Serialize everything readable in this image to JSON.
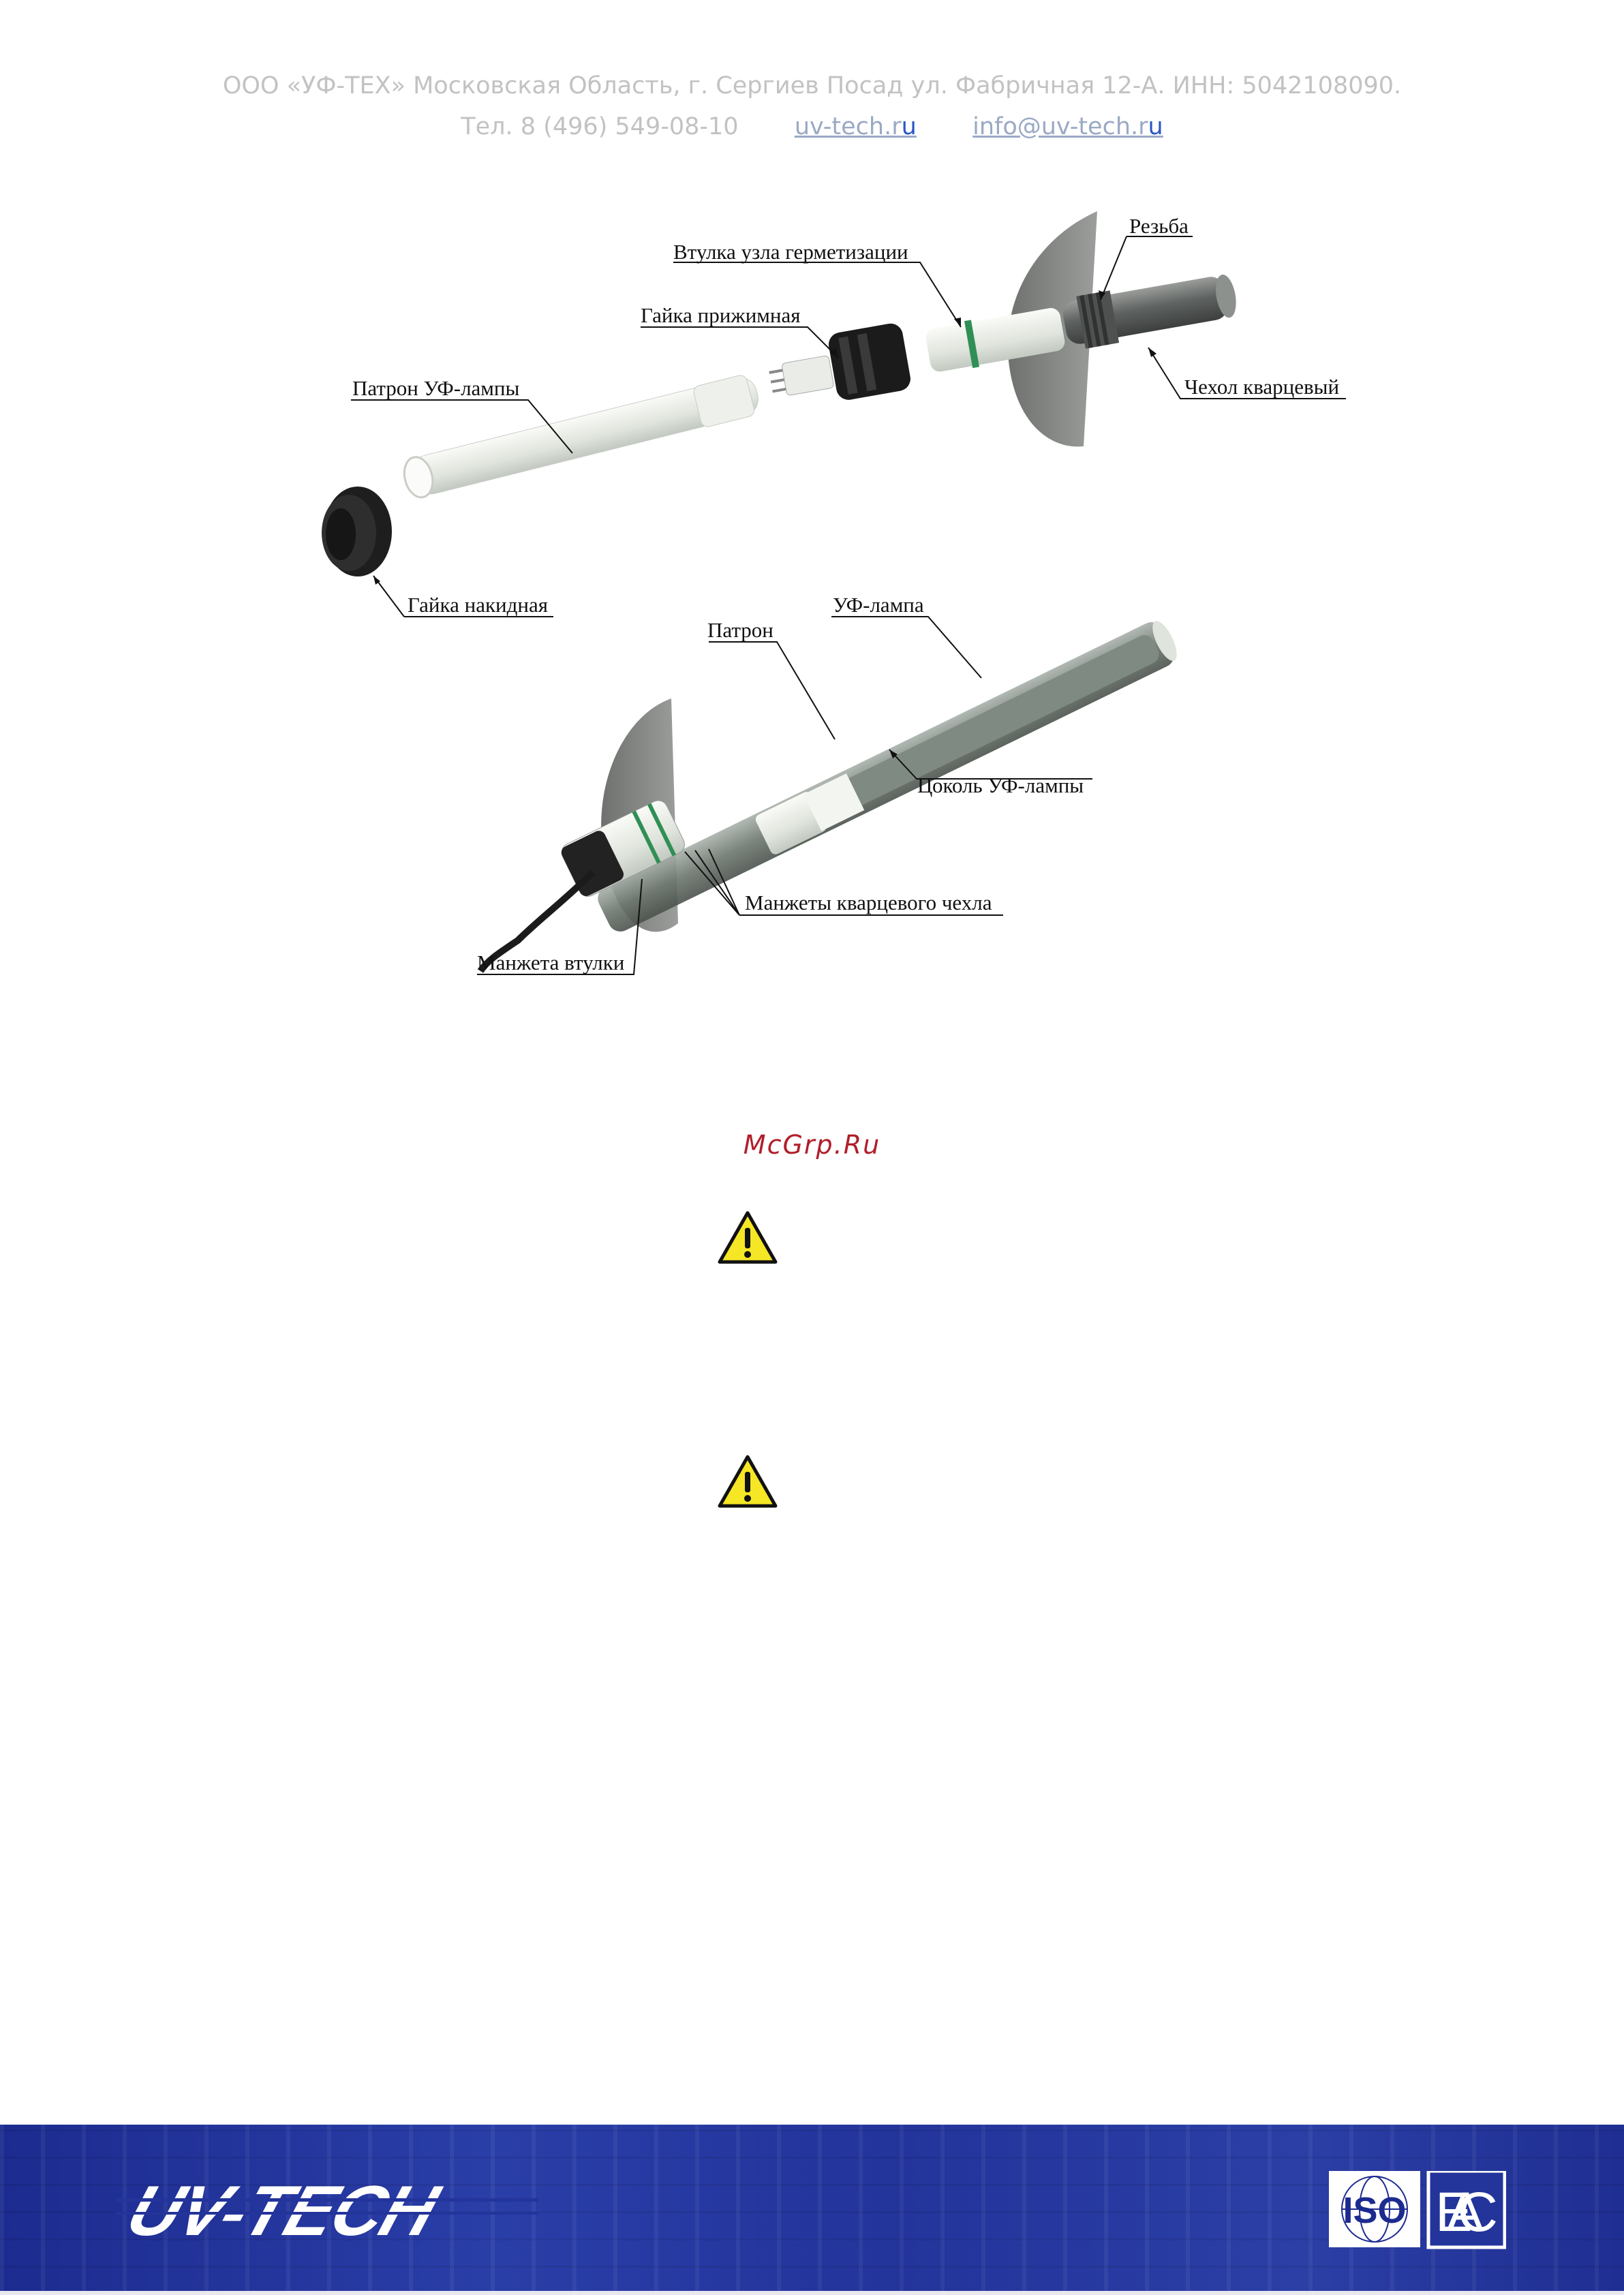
{
  "header": {
    "line1": "ООО «УФ-ТЕХ» Московская Область, г. Сергиев Посад ул. Фабричная 12-А. ИНН: 5042108090.",
    "phone": "Тел. 8 (496) 549-08-10",
    "site_main": "uv-tech.r",
    "site_tail": "u",
    "email_main": "info@uv-tech.r",
    "email_tail": "u"
  },
  "diagram": {
    "labels": {
      "rezba": "Резьба",
      "vtulka": "Втулка узла герметизации",
      "gayka_prizhimnaya": "Гайка прижимная",
      "patron_uf": "Патрон УФ-лампы",
      "chehol": "Чехол кварцевый",
      "gayka_nakidnaya": "Гайка накидная",
      "uf_lampa": "УФ-лампа",
      "patron": "Патрон",
      "tsokol": "Цоколь УФ-лампы",
      "manzhety": "Манжеты кварцевого чехла",
      "manzheta_vtulki": "Манжета втулки"
    }
  },
  "watermark": "McGrp.Ru",
  "footer": {
    "logo_text": "UV-TECH",
    "iso": "ISO",
    "eac": "EAC",
    "colors": {
      "band": "#23349b",
      "logo": "#ffffff"
    }
  },
  "colors": {
    "warning_fill": "#f5e626",
    "watermark": "#b01e2a"
  }
}
